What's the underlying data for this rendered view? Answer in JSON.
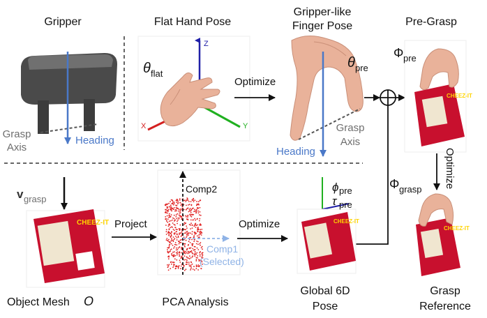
{
  "titles": {
    "gripper": "Gripper",
    "flat_hand_pose": "Flat Hand Pose",
    "gripper_like_line1": "Gripper-like",
    "gripper_like_line2": "Finger Pose",
    "pre_grasp": "Pre-Grasp"
  },
  "gripper": {
    "grasp_axis_line1": "Grasp",
    "grasp_axis_line2": "Axis",
    "heading": "Heading"
  },
  "flat_hand": {
    "theta": "θ",
    "theta_sub": "flat",
    "axis_z": "Z",
    "axis_x": "X",
    "axis_y": "Y"
  },
  "finger_pose": {
    "theta": "θ",
    "theta_sub": "pre",
    "heading": "Heading",
    "grasp_axis_line1": "Grasp",
    "grasp_axis_line2": "Axis"
  },
  "arrows": {
    "optimize_top": "Optimize",
    "project": "Project",
    "optimize_bottom": "Optimize",
    "optimize_right": "Optimize"
  },
  "pre_grasp": {
    "phi": "Φ",
    "phi_sub": "pre"
  },
  "grasp": {
    "phi": "Φ",
    "phi_sub": "grasp"
  },
  "object": {
    "v": "v",
    "v_sub": "grasp",
    "mesh_label": "Object Mesh ",
    "mesh_symbol": "O",
    "box_brand": "CHEEZ-IT"
  },
  "pca": {
    "comp2": "Comp2",
    "comp1": "Comp1",
    "selected": "(Selected)",
    "label": "PCA Analysis"
  },
  "global_pose": {
    "phi": "ϕ",
    "phi_sub": "pre",
    "tau": "τ",
    "tau_sub": "pre",
    "line1": "Global 6D",
    "line2": "Pose"
  },
  "grasp_reference": {
    "line1": "Grasp",
    "line2": "Reference"
  },
  "colors": {
    "heading_blue": "#4a78c8",
    "pca_red": "#e02020",
    "box_red": "#c8102e",
    "hand_skin": "#e9b29a",
    "axis_x": "#d42020",
    "axis_y": "#20b020",
    "axis_z": "#2020a8"
  }
}
